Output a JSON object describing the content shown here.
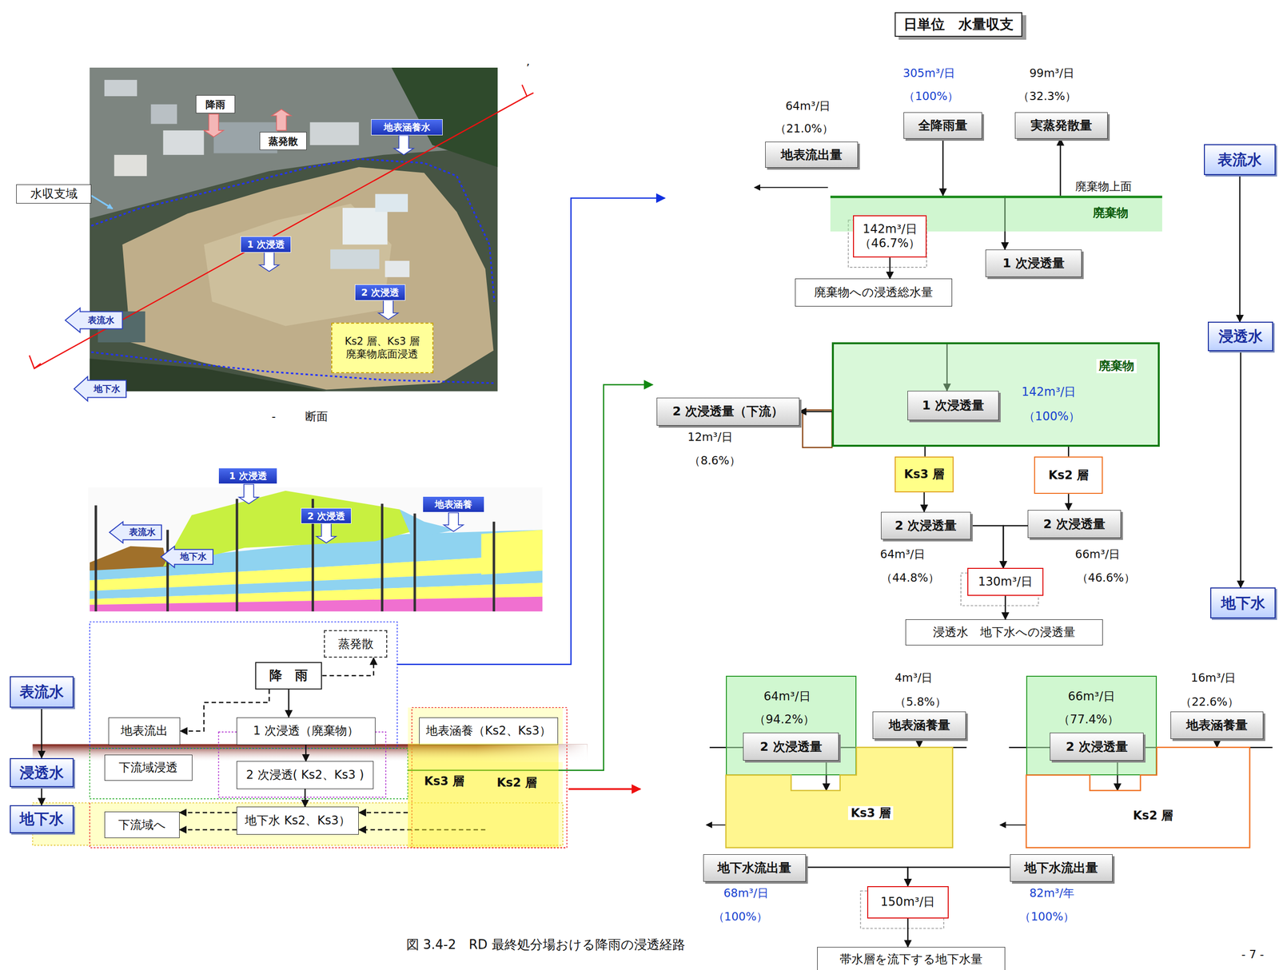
{
  "diagram": {
    "title": "日単位　水量収支",
    "caption": "図 3.4-2　RD 最終処分場おける降雨の浸透経路",
    "nodes": [
      {
        "text": [
          "降雨"
        ]
      },
      {
        "text": [
          "蒸発散"
        ]
      },
      {
        "text": [
          "地表涵養水"
        ]
      },
      {
        "text": [
          "水収支域"
        ]
      },
      {
        "text": [
          "1 次浸透"
        ]
      },
      {
        "text": [
          "2 次浸透"
        ]
      },
      {
        "text": [
          "Ks2 層、Ks3 層",
          "廃棄物底面浸透"
        ]
      },
      {
        "text": [
          "表流水"
        ]
      },
      {
        "text": [
          "地下水"
        ]
      },
      {
        "text": [
          "1 次浸透"
        ]
      },
      {
        "text": [
          "2 次浸透"
        ]
      },
      {
        "text": [
          "地表涵養"
        ]
      },
      {
        "text": [
          "表流水"
        ]
      },
      {
        "text": [
          "地下水"
        ]
      },
      {
        "text": [
          "表流水"
        ]
      },
      {
        "text": [
          "浸透水"
        ]
      },
      {
        "text": [
          "地下水"
        ]
      },
      {
        "text": [
          "蒸発散"
        ]
      },
      {
        "text": [
          "降　雨"
        ]
      },
      {
        "text": [
          "地表流出"
        ]
      },
      {
        "text": [
          "1 次浸透（廃棄物）"
        ]
      },
      {
        "text": [
          "地表涵養（Ks2、Ks3）"
        ]
      },
      {
        "text": [
          "下流域浸透"
        ]
      },
      {
        "text": [
          "2 次浸透( Ks2、Ks3 )"
        ]
      },
      {
        "text": [
          "Ks3 層"
        ]
      },
      {
        "text": [
          "Ks2 層"
        ]
      },
      {
        "text": [
          "地下水 Ks2、Ks3）"
        ]
      },
      {
        "text": [
          "下流域へ"
        ]
      },
      {
        "text": [
          "全降雨量"
        ]
      },
      {
        "text": [
          "実蒸発散量"
        ]
      },
      {
        "text": [
          "地表流出量"
        ]
      },
      {
        "text": [
          "廃棄物"
        ]
      },
      {
        "text": [
          "1 次浸透量"
        ]
      },
      {
        "text": [
          "142m³/日",
          "（46.7%）"
        ]
      },
      {
        "text": [
          "廃棄物への浸透総水量"
        ]
      },
      {
        "text": [
          "表流水"
        ]
      },
      {
        "text": [
          "浸透水"
        ]
      },
      {
        "text": [
          "地下水"
        ]
      },
      {
        "text": [
          "廃棄物",
          "142m³/日",
          "（100%）"
        ]
      },
      {
        "text": [
          "1 次浸透量"
        ],
        "in": 38
      },
      {
        "text": [
          "2 次浸透量（下流）"
        ]
      },
      {
        "text": [
          "Ks3 層"
        ]
      },
      {
        "text": [
          "Ks2 層"
        ]
      },
      {
        "text": [
          "2 次浸透量"
        ]
      },
      {
        "text": [
          "2 次浸透量"
        ]
      },
      {
        "text": [
          "130m³/日"
        ]
      },
      {
        "text": [
          "浸透水　地下水への浸透量"
        ]
      },
      {
        "text": [
          "64m³/日",
          "（94.2%）"
        ]
      },
      {
        "text": [
          "2 次浸透量"
        ],
        "in": 47
      },
      {
        "text": [
          "地表涵養量"
        ]
      },
      {
        "text": [
          "Ks3 層"
        ]
      },
      {
        "text": [
          "66m³/日",
          "（77.4%）"
        ]
      },
      {
        "text": [
          "2 次浸透量"
        ],
        "in": 51
      },
      {
        "text": [
          "地表涵養量"
        ]
      },
      {
        "text": [
          "Ks2 層"
        ]
      },
      {
        "text": [
          "地下水流出量"
        ]
      },
      {
        "text": [
          "地下水流出量"
        ]
      },
      {
        "text": [
          "150m³/日"
        ]
      },
      {
        "text": [
          "帯水層を流下する地下水量"
        ]
      }
    ],
    "edges": [
      {
        "from": 14,
        "to": 15,
        "arrow": "to"
      },
      {
        "from": 15,
        "to": 16,
        "arrow": "to"
      },
      {
        "from": 18,
        "to": 17,
        "arrow": "to"
      },
      {
        "from": 18,
        "to": 19,
        "arrow": "to"
      },
      {
        "from": 18,
        "to": 20,
        "arrow": "to"
      },
      {
        "from": 20,
        "to": 23,
        "arrow": "to"
      },
      {
        "from": 23,
        "to": 26,
        "arrow": "to"
      },
      {
        "from": 24,
        "to": 26,
        "arrow": "to"
      },
      {
        "from": 25,
        "to": 26,
        "arrow": "to"
      },
      {
        "from": 26,
        "to": 27,
        "arrow": "to"
      },
      {
        "from": 28,
        "to": 31,
        "arrow": "to"
      },
      {
        "from": 31,
        "to": 29,
        "arrow": "to"
      },
      {
        "from": 31,
        "to": 32,
        "arrow": "to"
      },
      {
        "from": 33,
        "to": 34,
        "arrow": "to"
      },
      {
        "from": 35,
        "to": 36,
        "arrow": "to"
      },
      {
        "from": 36,
        "to": 37,
        "arrow": "to"
      },
      {
        "from": 38,
        "to": 40,
        "arrow": "to"
      },
      {
        "from": 38,
        "to": 41,
        "arrow": "none"
      },
      {
        "from": 38,
        "to": 42,
        "arrow": "none"
      },
      {
        "from": 41,
        "to": 43,
        "arrow": "to"
      },
      {
        "from": 42,
        "to": 44,
        "arrow": "to"
      },
      {
        "from": 43,
        "to": 45,
        "arrow": "to"
      },
      {
        "from": 44,
        "to": 45,
        "arrow": "to"
      },
      {
        "from": 45,
        "to": 46,
        "arrow": "to"
      },
      {
        "from": 48,
        "to": 50,
        "arrow": "to"
      },
      {
        "from": 49,
        "to": 50,
        "arrow": "to"
      },
      {
        "from": 52,
        "to": 54,
        "arrow": "to"
      },
      {
        "from": 53,
        "to": 54,
        "arrow": "to"
      },
      {
        "from": 55,
        "to": 57,
        "arrow": "to"
      },
      {
        "from": 56,
        "to": 57,
        "arrow": "to"
      },
      {
        "from": 57,
        "to": 58,
        "arrow": "to"
      },
      {
        "from": 38,
        "to": 39,
        "arrow": "to"
      }
    ],
    "labels": [
      "’",
      "-",
      "断面",
      "64m³/日",
      "（21.0%）",
      "305m³/日",
      "（100%）",
      "99m³/日",
      "（32.3%）",
      "廃棄物上面",
      "12m³/日",
      "（8.6%）",
      "64m³/日",
      "（44.8%）",
      "66m³/日",
      "（46.6%）",
      "4m³/日",
      "（5.8%）",
      "16m³/日",
      "（22.6%）",
      "68m³/日",
      "（100%）",
      "82m³/年",
      "（100%）",
      "- 7 -"
    ]
  }
}
